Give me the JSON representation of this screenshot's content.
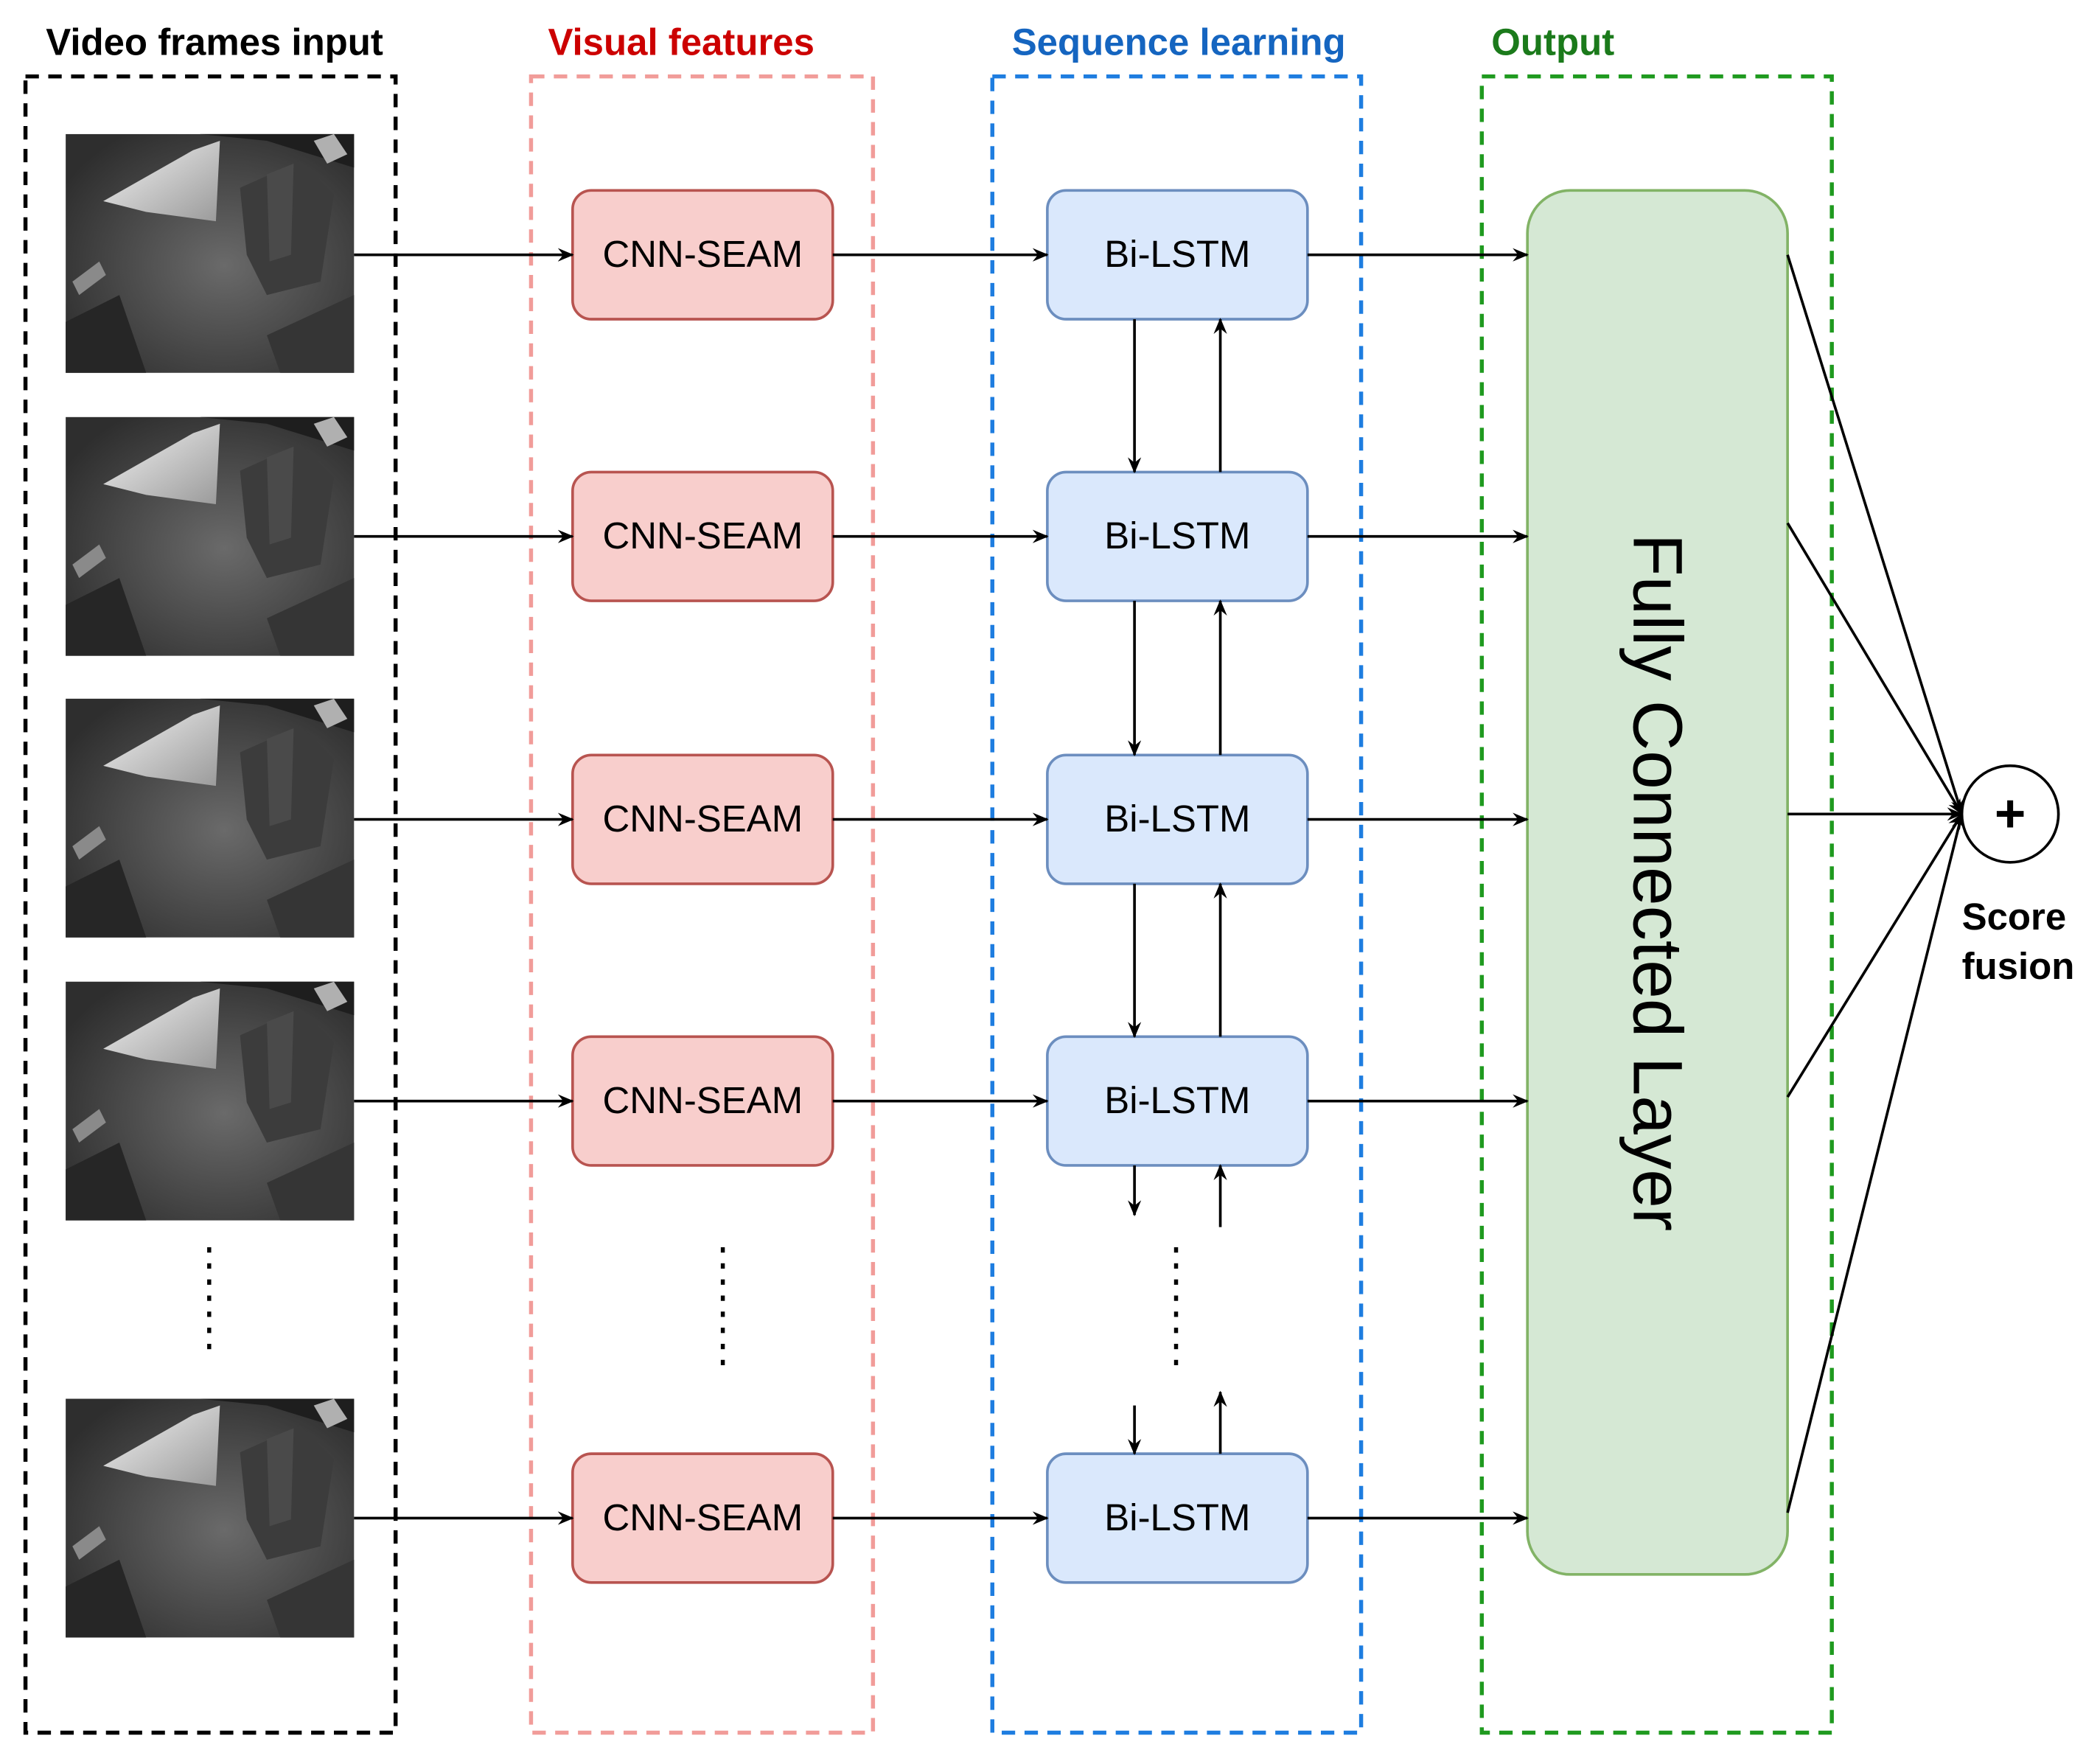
{
  "sections": {
    "input": {
      "title": "Video frames input",
      "color": "#000000"
    },
    "visual": {
      "title": "Visual features",
      "color": "#cc0000"
    },
    "sequence": {
      "title": "Sequence learning",
      "color": "#1565c0"
    },
    "output": {
      "title": "Output",
      "color": "#1b7a1b"
    }
  },
  "rows": [
    {
      "cnn_label": "CNN-SEAM",
      "lstm_label": "Bi-LSTM"
    },
    {
      "cnn_label": "CNN-SEAM",
      "lstm_label": "Bi-LSTM"
    },
    {
      "cnn_label": "CNN-SEAM",
      "lstm_label": "Bi-LSTM"
    },
    {
      "cnn_label": "CNN-SEAM",
      "lstm_label": "Bi-LSTM"
    },
    {
      "cnn_label": "CNN-SEAM",
      "lstm_label": "Bi-LSTM"
    }
  ],
  "fc_label": "Fully Connected Layer",
  "fusion": {
    "symbol": "+",
    "label_line1": "Score",
    "label_line2": "fusion"
  },
  "colors": {
    "cnn_fill": "#f8cecc",
    "cnn_stroke": "#b85450",
    "lstm_fill": "#dae8fc",
    "lstm_stroke": "#6c8ebf",
    "fc_fill": "#d5e8d4",
    "fc_stroke": "#82b366",
    "input_border": "#000000",
    "visual_border": "#f19c99",
    "sequence_border": "#1e7de0",
    "output_border": "#1f9a1f"
  }
}
